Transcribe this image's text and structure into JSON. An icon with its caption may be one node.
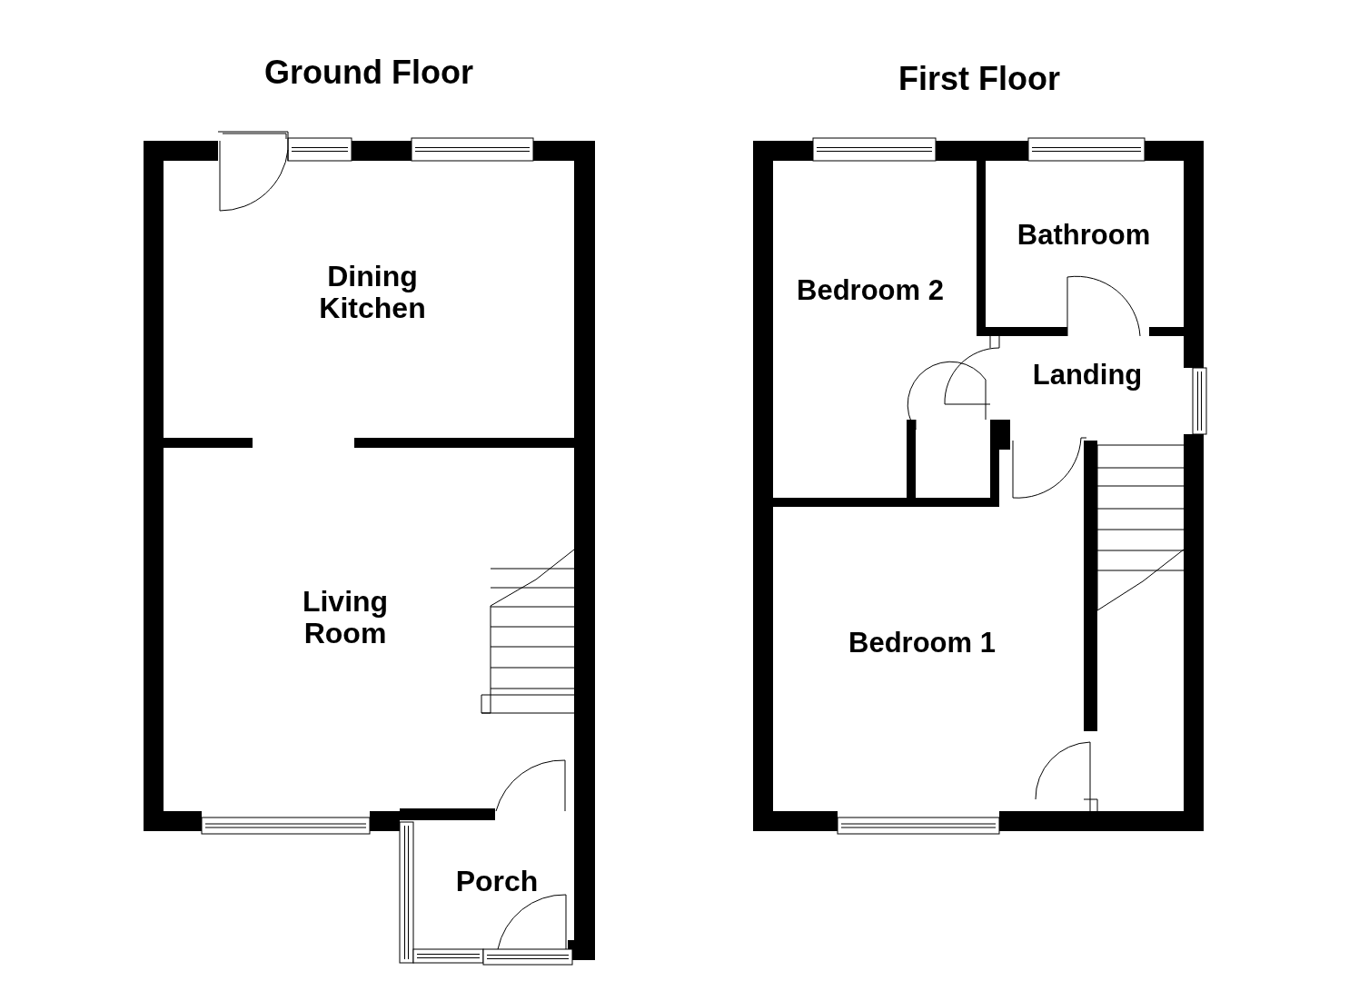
{
  "diagram": {
    "labels": [
      "Ground Floor",
      "Dining Kitchen",
      "Living Room",
      "Porch",
      "First Floor",
      "Bedroom 2",
      "Bathroom",
      "Landing",
      "Bedroom 1"
    ]
  }
}
